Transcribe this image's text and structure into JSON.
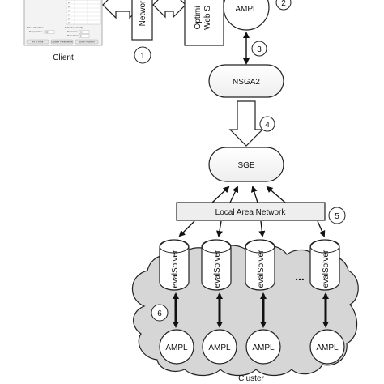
{
  "client": {
    "label": "Client",
    "window": {
      "row_labels": [
        "p1",
        "p2",
        "p3",
        "p4",
        "p5",
        "p6"
      ],
      "param_header_left": "Size · Penalties",
      "param_header_right": "Subsolver Config",
      "param_rows": [
        {
          "left_label": "Temperature",
          "left_value": "300",
          "right_label": "Tolerance",
          "right_value": "0.5"
        },
        {
          "left_label": "",
          "left_value": "",
          "right_label": "Population",
          "right_value": "5"
        }
      ],
      "buttons": [
        "Fit in Area",
        "Update Parameters",
        "Solve Problem"
      ]
    }
  },
  "network_label": "Network",
  "web_service_label_line1": "Optimi",
  "web_service_label_line2": "Web S",
  "ampl_top_label": "AMPL",
  "nsga2_label": "NSGA2",
  "sge_label": "SGE",
  "lan_label": "Local Area Network",
  "cluster_label": "Cluster",
  "eval_solver_label": "evalSolver",
  "ellipsis_label": "...",
  "ampl_bottom_labels": [
    "AMPL",
    "AMPL",
    "AMPL",
    "AMPL"
  ],
  "steps": [
    "1",
    "2",
    "3",
    "4",
    "5",
    "6"
  ]
}
